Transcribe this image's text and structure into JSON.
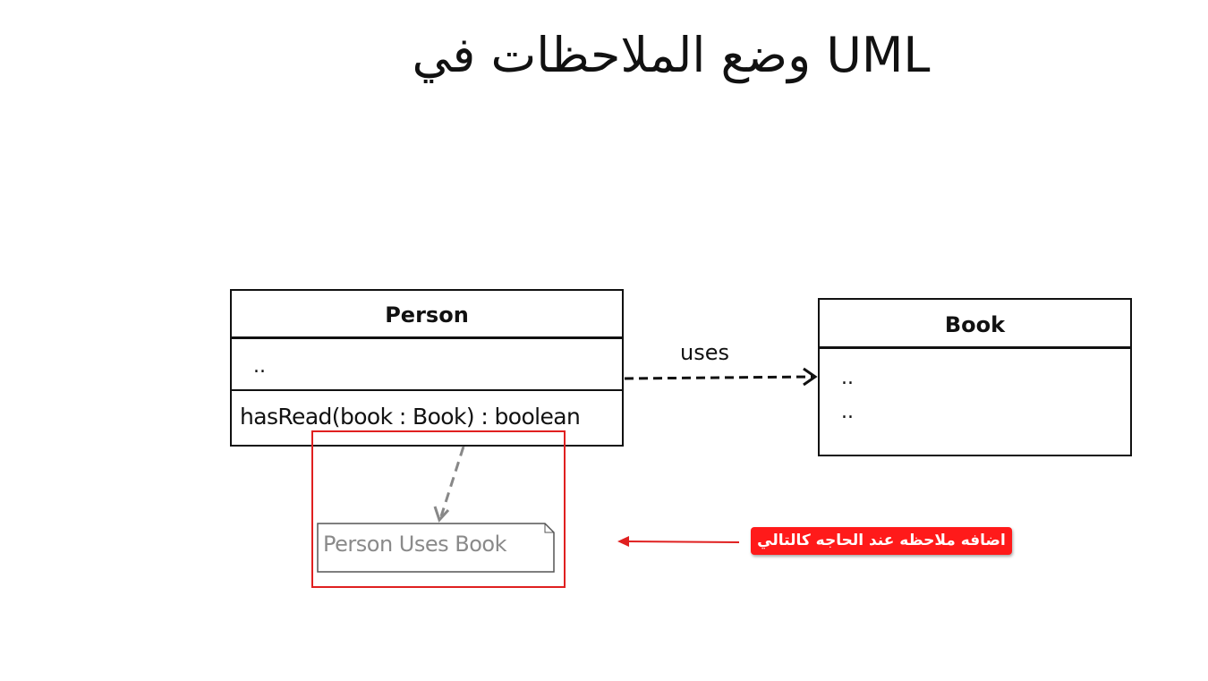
{
  "title": "وضع الملاحظات في UML",
  "classes": {
    "person": {
      "name": "Person",
      "attributes": "..",
      "operations": "hasRead(book : Book) : boolean"
    },
    "book": {
      "name": "Book",
      "attributes": [
        "..",
        ".."
      ]
    }
  },
  "association": {
    "label": "uses",
    "style": "dashed",
    "arrow": "open"
  },
  "note": {
    "text": "Person Uses Book"
  },
  "callout": {
    "text": "اضافه ملاحظه عند الحاجه كالتالي"
  },
  "colors": {
    "callout_bg": "#ff1a1a",
    "highlight": "#e02020",
    "note_link": "#888888",
    "note_text": "#8a8a8a"
  }
}
